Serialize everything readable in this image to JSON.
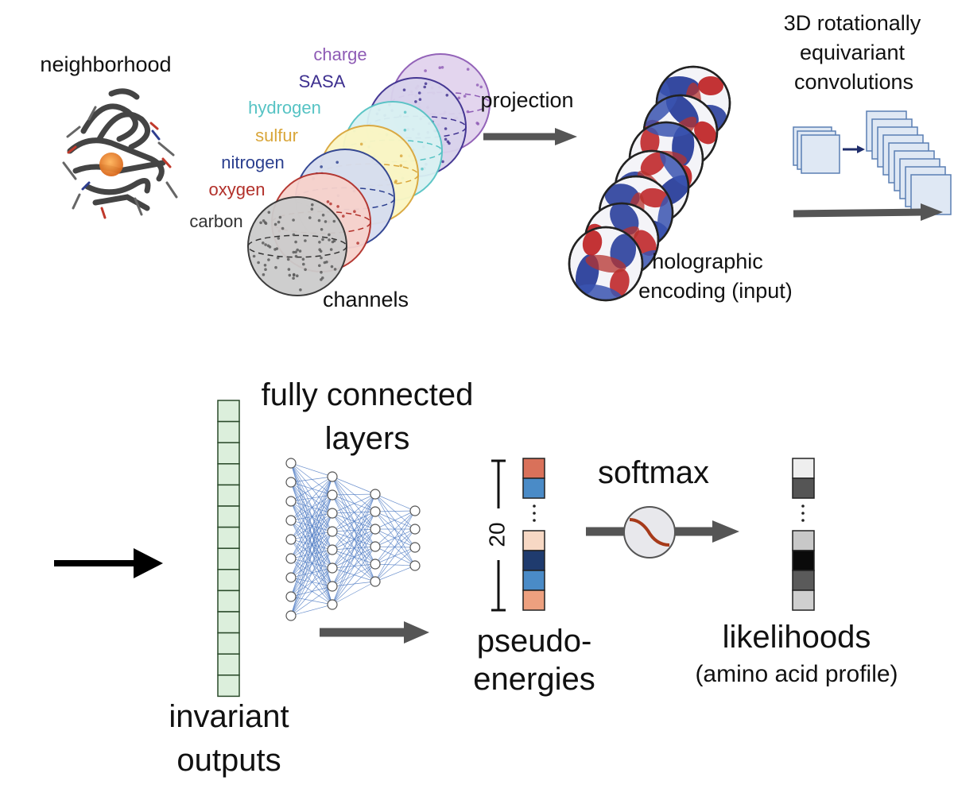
{
  "top": {
    "neighborhood_label": "neighborhood",
    "channels": [
      {
        "label": "charge",
        "color": "#8e5bb5",
        "fill": "#e2d3ee"
      },
      {
        "label": "SASA",
        "color": "#3d2f8f",
        "fill": "#d9d3ec"
      },
      {
        "label": "hydrogen",
        "color": "#56c3c4",
        "fill": "#daf2f3"
      },
      {
        "label": "sulfur",
        "color": "#d9a63a",
        "fill": "#fbf6c3"
      },
      {
        "label": "nitrogen",
        "color": "#2b3f8f",
        "fill": "#d6ddf0"
      },
      {
        "label": "oxygen",
        "color": "#b2302a",
        "fill": "#f7d2cc"
      },
      {
        "label": "carbon",
        "color": "#333333",
        "fill": "#cccccc"
      }
    ],
    "channels_label": "channels",
    "projection_label": "projection",
    "holographic_label_line1": "holographic",
    "holographic_label_line2": "encoding (input)",
    "conv_label_line1": "3D rotationally",
    "conv_label_line2": "equivariant",
    "conv_label_line3": "convolutions"
  },
  "bottom": {
    "invariant_label_line1": "invariant",
    "invariant_label_line2": "outputs",
    "fc_label_line1": "fully connected",
    "fc_label_line2": "layers",
    "count_label": "20",
    "pseudo_label_line1": "pseudo-",
    "pseudo_label_line2": "energies",
    "softmax_label": "softmax",
    "likelihood_label_line1": "likelihoods",
    "likelihood_label_line2": "(amino acid profile)",
    "pseudo_colors_top": [
      "#d9715a",
      "#4a8bc7"
    ],
    "pseudo_colors_bottom": [
      "#f7d8c4",
      "#1f3b6e",
      "#4a8bc7",
      "#eda07f"
    ],
    "likelihood_colors_top": [
      "#eeeeee",
      "#555555"
    ],
    "likelihood_colors_bottom": [
      "#c8c8c8",
      "#0a0a0a",
      "#5a5a5a",
      "#cfcfcf"
    ]
  }
}
